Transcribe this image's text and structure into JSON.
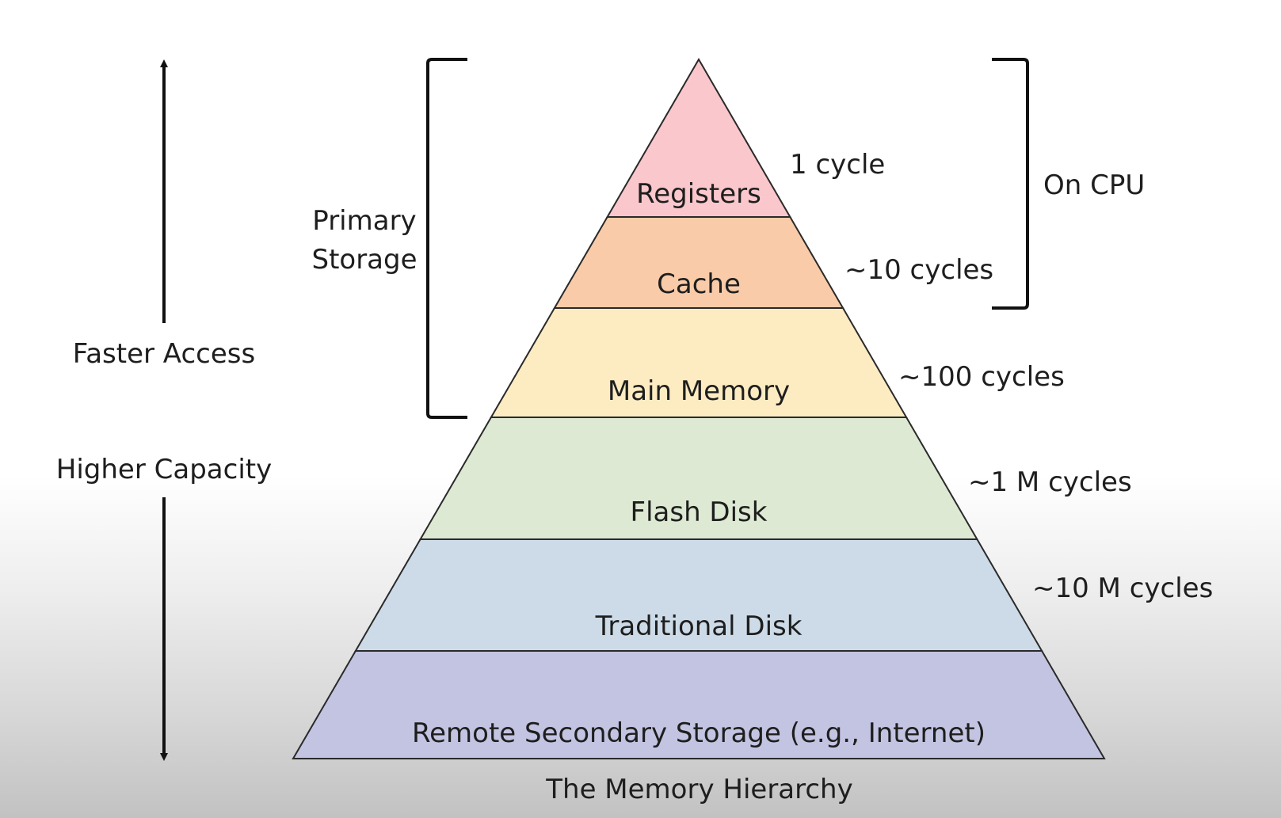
{
  "left_axis": {
    "top_label": "Faster Access",
    "bottom_label": "Higher Capacity"
  },
  "brackets": {
    "left": "Primary\nStorage",
    "right": "On CPU"
  },
  "layers": [
    {
      "name": "Registers",
      "latency": "1 cycle",
      "color": "#f9c7cc"
    },
    {
      "name": "Cache",
      "latency": "~10 cycles",
      "color": "#f9cba8"
    },
    {
      "name": "Main Memory",
      "latency": "~100 cycles",
      "color": "#fdecc2"
    },
    {
      "name": "Flash Disk",
      "latency": "~1 M cycles",
      "color": "#dde9d2"
    },
    {
      "name": "Traditional Disk",
      "latency": "~10 M cycles",
      "color": "#cddbe8"
    },
    {
      "name": "Remote Secondary Storage (e.g., Internet)",
      "latency": "",
      "color": "#c3c4e2"
    }
  ],
  "caption": "The Memory Hierarchy"
}
